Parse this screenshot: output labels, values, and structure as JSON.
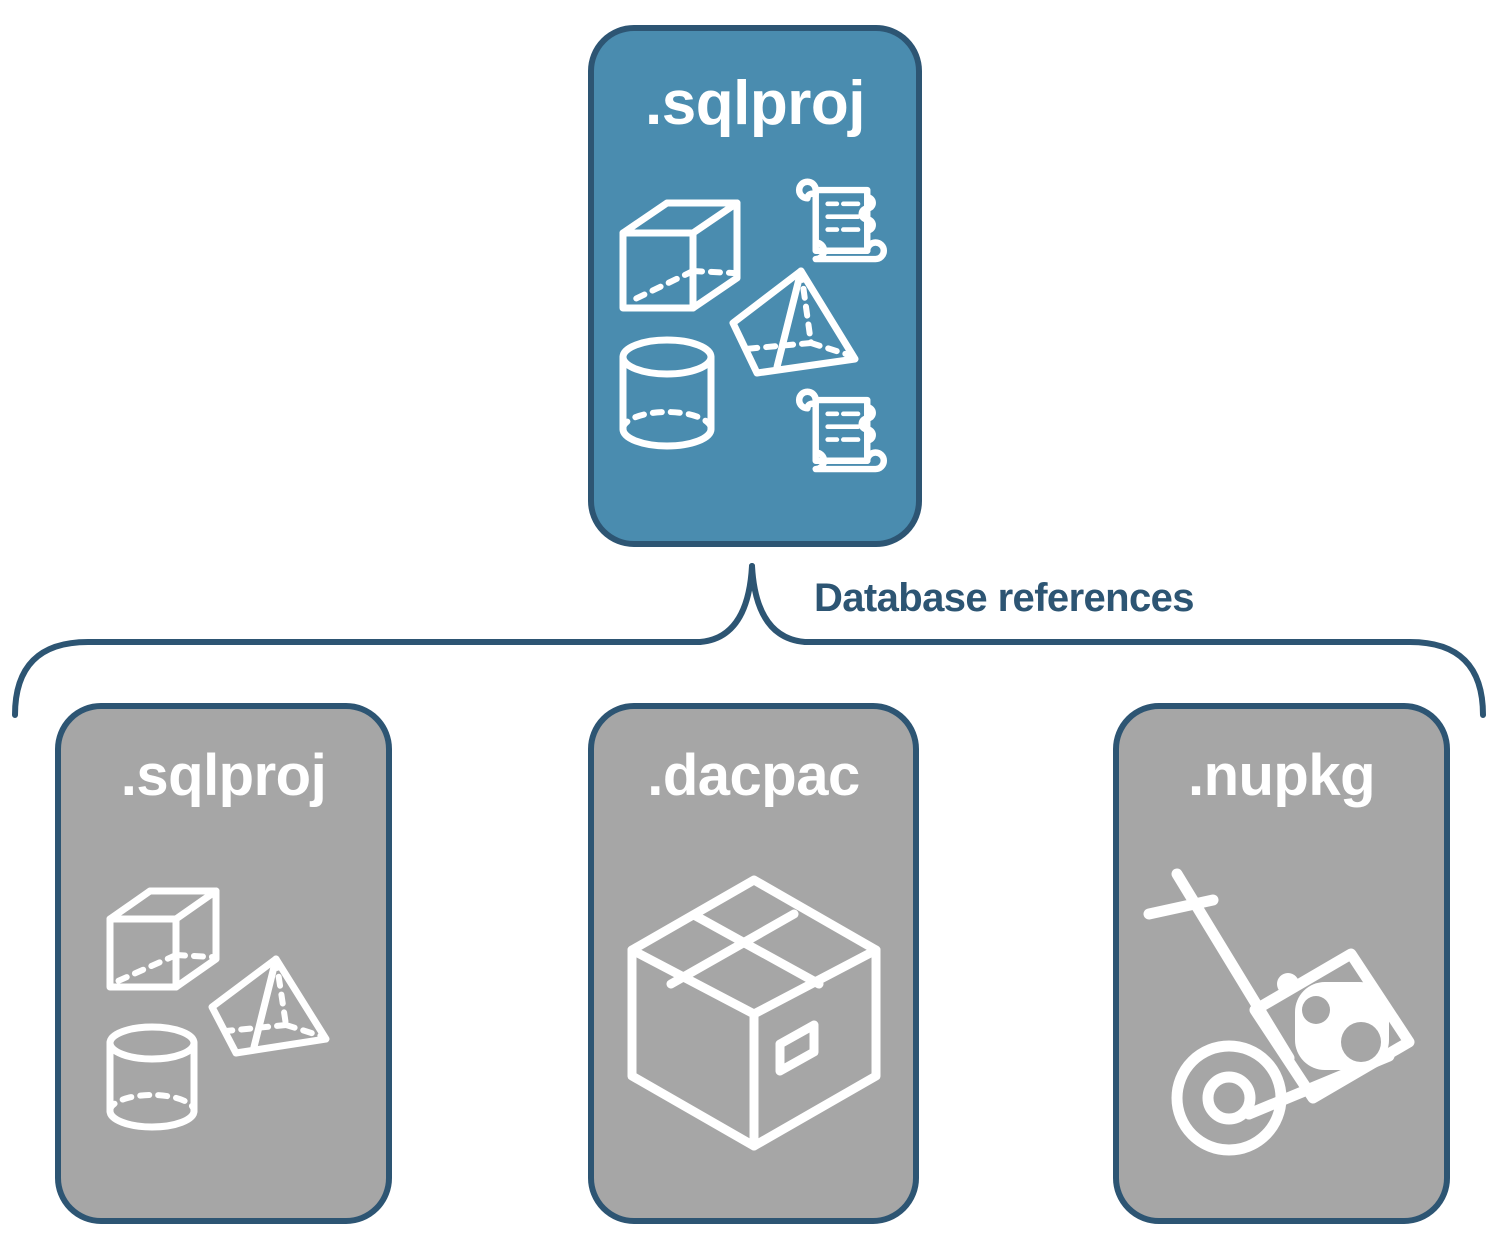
{
  "diagram": {
    "title_visible": false,
    "colors": {
      "primary_fill": "#4a8caf",
      "secondary_fill": "#a6a6a6",
      "stroke": "#2d5573",
      "icon_stroke": "#ffffff",
      "background": "#ffffff"
    },
    "connector": {
      "label": "Database references",
      "style": "curly-brace",
      "direction": "down"
    },
    "root": {
      "label": ".sqlproj",
      "variant": "primary",
      "icons": [
        "wireframe-cube-icon",
        "wireframe-pyramid-icon",
        "wireframe-cylinder-icon",
        "scroll-icon",
        "scroll-icon"
      ]
    },
    "children": [
      {
        "label": ".sqlproj",
        "variant": "secondary",
        "icons": [
          "wireframe-cube-icon",
          "wireframe-pyramid-icon",
          "wireframe-cylinder-icon"
        ]
      },
      {
        "label": ".dacpac",
        "variant": "secondary",
        "icons": [
          "package-box-icon"
        ]
      },
      {
        "label": ".nupkg",
        "variant": "secondary",
        "icons": [
          "hand-truck-nuget-icon"
        ]
      }
    ]
  }
}
